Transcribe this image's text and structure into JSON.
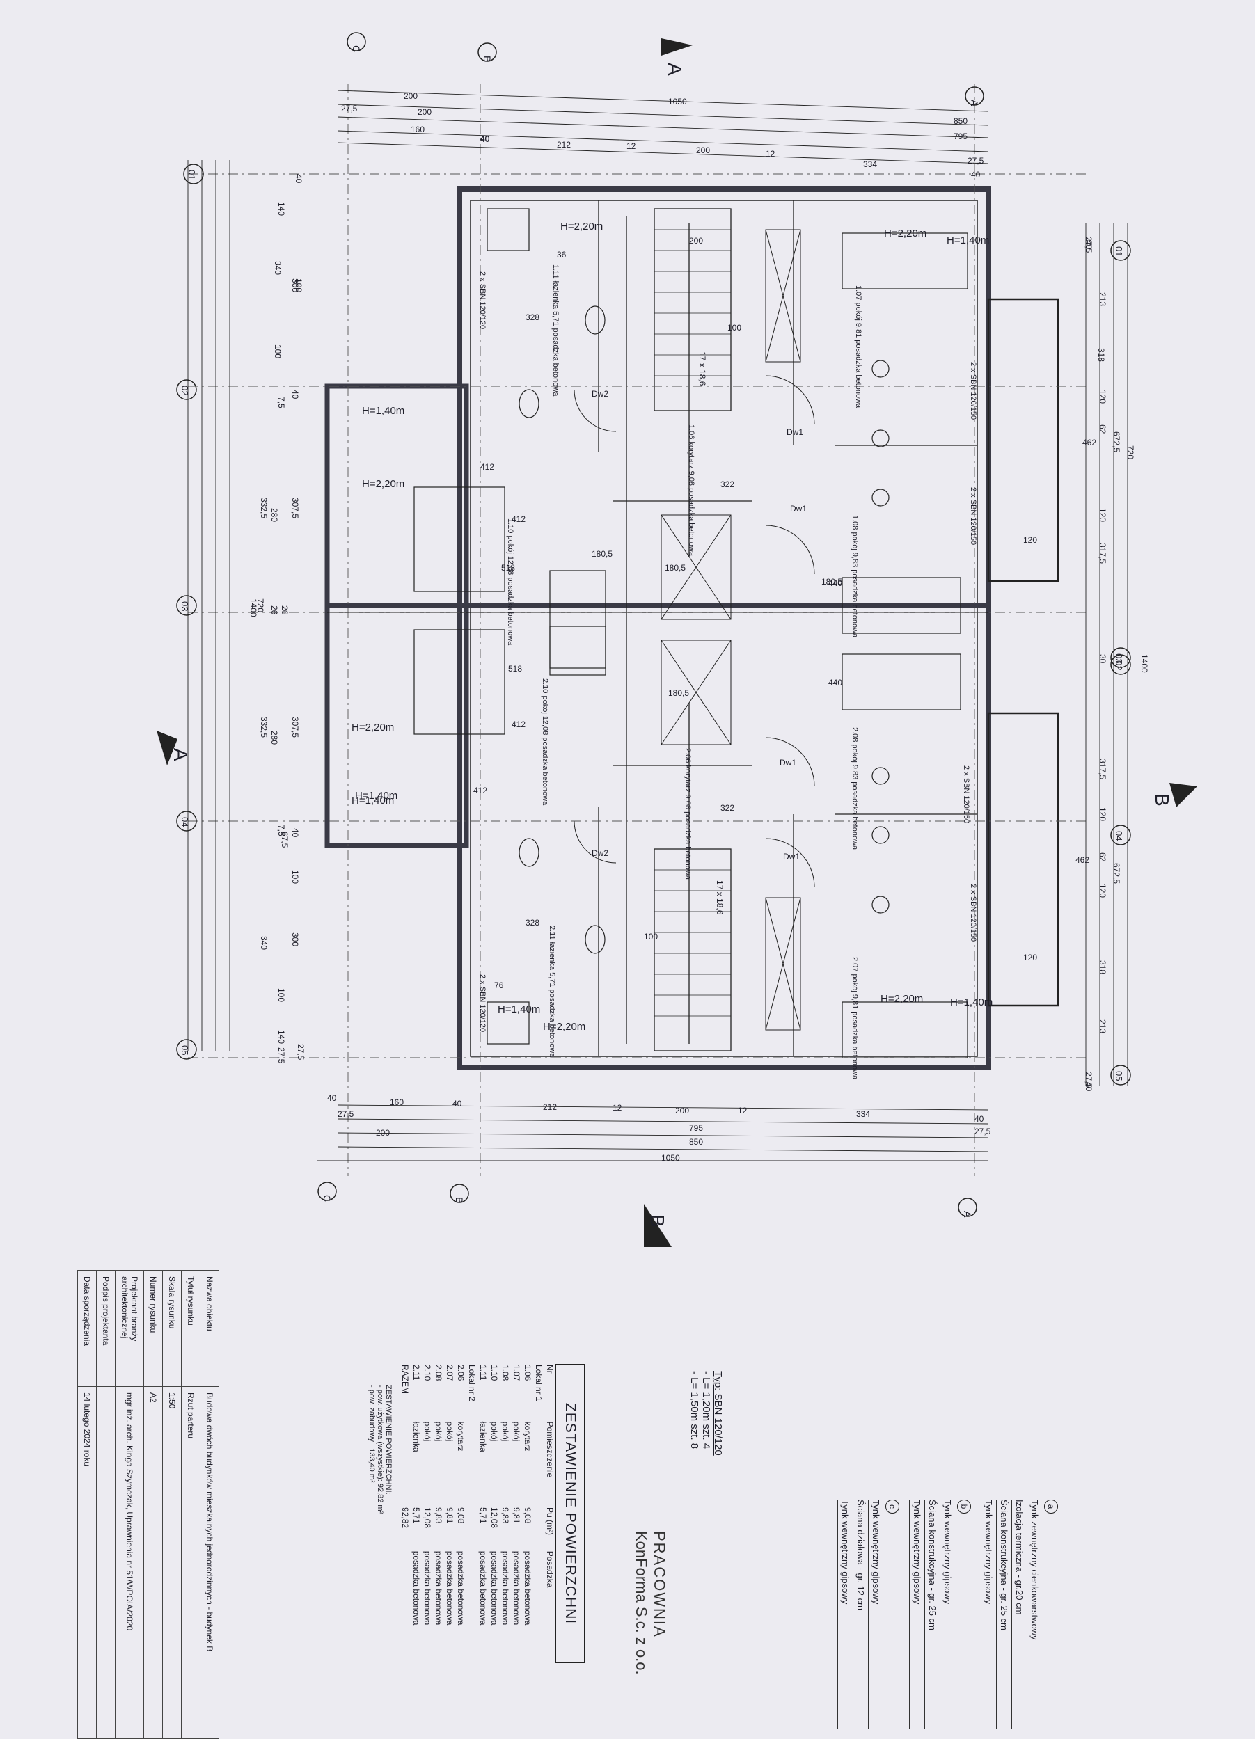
{
  "plan": {
    "grid_axes_letter": [
      "A",
      "B",
      "C"
    ],
    "grid_axes_number": [
      "01",
      "02",
      "03",
      "04",
      "05"
    ],
    "section_marks": [
      "A",
      "A",
      "B",
      "B"
    ],
    "dims_top": [
      "200",
      "1050",
      "27,5",
      "200",
      "850",
      "40",
      "160",
      "795",
      "40",
      "212",
      "12",
      "200",
      "12",
      "334",
      "27,5",
      "40"
    ],
    "dims_bottom": [
      "40",
      "160",
      "40",
      "212",
      "12",
      "200",
      "12",
      "334",
      "40",
      "27,5",
      "200",
      "795",
      "850",
      "27,5",
      "1050"
    ],
    "dims_left": [
      "40",
      "140",
      "100",
      "340",
      "300",
      "100",
      "40",
      "7,5",
      "307,5",
      "280",
      "332,5",
      "26",
      "26",
      "720",
      "1400",
      "332,5",
      "280",
      "307,5",
      "7,5",
      "40",
      "67,5",
      "100",
      "340",
      "300",
      "100",
      "140",
      "27,5",
      "27,5"
    ],
    "dims_right": [
      "27,5",
      "40",
      "213",
      "318",
      "120",
      "62",
      "672,5",
      "720",
      "120",
      "317,5",
      "30",
      "1400",
      "317,5",
      "120",
      "62",
      "672,5",
      "120",
      "318",
      "213",
      "27,5",
      "40"
    ],
    "heights": [
      "H=2,20m",
      "H=1,40m",
      "H=2,20m",
      "H=1,40m",
      "H=1,40m",
      "H=2,20m",
      "H=2,20m",
      "H=1,40m",
      "H=2,20m",
      "H=1,40m",
      "H=2,20m",
      "H=1,40m"
    ],
    "room_labels": [
      "1.07 pokój 9,81 posadzka betonowa",
      "1.06 korytarz 9,08 posadzka betonowa",
      "1.08 pokój 9,83 posadzka betonowa",
      "1.10 pokój 12,08 posadzka betonowa",
      "1.11 łazienka 5,71 posadzka betonowa",
      "2.10 pokój 12,08 posadzka betonowa",
      "2.06 korytarz 9,08 posadzka betonowa",
      "2.08 pokój 9,83 posadzka betonowa",
      "2.07 pokój 9,81 posadzka betonowa",
      "2.11 łazienka 5,71 posadzka betonowa"
    ],
    "door_tags": [
      "Dw1",
      "Dw1",
      "Dw1",
      "Dw1",
      "Dw2",
      "Dw2"
    ],
    "window_tags": [
      "2 x SBN 120/150",
      "2 x SBN 120/150",
      "2 x SBN 120/150",
      "2 x SBN 120/150",
      "2 x SBN 120/120",
      "2 x SBN 120/120"
    ],
    "stairs": [
      "17 x 18,6",
      "17 x 18,6"
    ],
    "misc_dims": [
      "412",
      "412",
      "518",
      "518",
      "412",
      "412",
      "322",
      "322",
      "440",
      "440",
      "180,5",
      "180,5",
      "180,5",
      "180,5",
      "462",
      "462",
      "120",
      "120",
      "200",
      "100",
      "100",
      "36",
      "76",
      "328",
      "328"
    ]
  },
  "legend": {
    "items": [
      {
        "key": "a",
        "lines": [
          "Tynk zewnętrzny cienkowarstwowy",
          "Izolacja termiczna - gr.20 cm",
          "Ściana konstrukcyjna - gr. 25 cm",
          "Tynk wewnętrzny gipsowy"
        ]
      },
      {
        "key": "b",
        "lines": [
          "Tynk wewnętrzny gipsowy",
          "Ściana konstrukcyjna - gr. 25 cm",
          "Tynk wewnętrzny gipsowy"
        ]
      },
      {
        "key": "c",
        "lines": [
          "Tynk wewnętrzny gipsowy",
          "Ściana działowa - gr. 12 cm",
          "Tynk wewnętrzny gipsowy"
        ]
      }
    ]
  },
  "skylight": {
    "title": "Typ: SBN 120/120",
    "rows": [
      "- L= 1,20m szt.   4",
      "- L= 1,50m szt.   8"
    ]
  },
  "company": {
    "line1": "PRACOWNIA",
    "line2": "KonForma S.c. z o.o."
  },
  "area_table": {
    "title": "ZESTAWIENIE POWIERZCHNI",
    "headers": [
      "Nr",
      "Pomieszczenie",
      "Pu (m²)",
      "Posadzka"
    ],
    "groups": [
      {
        "name": "Lokal nr 1",
        "rows": [
          [
            "1.06",
            "korytarz",
            "9,08",
            "posadzka betonowa"
          ],
          [
            "1.07",
            "pokój",
            "9,81",
            "posadzka betonowa"
          ],
          [
            "1.08",
            "pokój",
            "9,83",
            "posadzka betonowa"
          ],
          [
            "1.10",
            "pokój",
            "12,08",
            "posadzka betonowa"
          ],
          [
            "1.11",
            "łazienka",
            "5,71",
            "posadzka betonowa"
          ]
        ]
      },
      {
        "name": "Lokal nr 2",
        "rows": [
          [
            "2.06",
            "korytarz",
            "9,08",
            "posadzka betonowa"
          ],
          [
            "2.07",
            "pokój",
            "9,81",
            "posadzka betonowa"
          ],
          [
            "2.08",
            "pokój",
            "9,83",
            "posadzka betonowa"
          ],
          [
            "2.10",
            "pokój",
            "12,08",
            "posadzka betonowa"
          ],
          [
            "2.11",
            "łazienka",
            "5,71",
            "posadzka betonowa"
          ]
        ]
      }
    ],
    "total_label": "RAZEM",
    "total_value": "92,82",
    "summary_title": "ZESTAWIENIE POWIERZCHNI:",
    "summary_lines": [
      "- pow. użytkowa (wszystkie): 92,82 m²",
      "- pow. zabudowy : 133,40 m²"
    ]
  },
  "title_block": {
    "rows": [
      [
        "Nazwa obiektu",
        "Budowa dwóch budynków mieszkalnych jednorodzinnych - budynek B"
      ],
      [
        "Tytuł rysunku",
        "Rzut parteru"
      ],
      [
        "Skala rysunku",
        "1:50"
      ],
      [
        "Numer rysunku",
        "A2"
      ],
      [
        "Projektant branży architektonicznej",
        "mgr inż. arch. Kinga Szymczak, Uprawnienia nr 51/WPOIA/2020"
      ],
      [
        "Podpis projektanta",
        ""
      ],
      [
        "Data sporządzenia",
        "14 lutego 2024 roku"
      ]
    ]
  },
  "colors": {
    "paper": "#ecebf1",
    "ink": "#1f1f2a",
    "accent_wall": "#3a3a46"
  }
}
